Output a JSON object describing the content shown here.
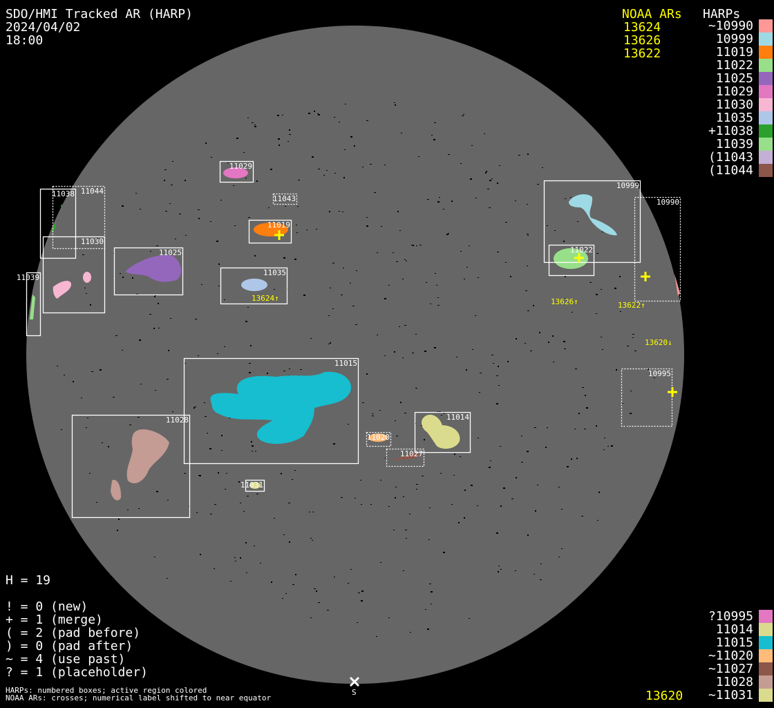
{
  "header": {
    "title": "SDO/HMI Tracked AR (HARP)",
    "date": "2024/04/02",
    "time": "18:00"
  },
  "noaa_legend": {
    "heading": "NOAA ARs",
    "items": [
      "13624",
      "13626",
      "13622"
    ],
    "bottom_item": "13620"
  },
  "harp_legend": {
    "heading": "HARPs",
    "top": [
      {
        "label": "~10990",
        "color": "#ff9896"
      },
      {
        "label": "10999",
        "color": "#9edae5"
      },
      {
        "label": "11019",
        "color": "#ff7f0e"
      },
      {
        "label": "11022",
        "color": "#98df8a"
      },
      {
        "label": "11025",
        "color": "#9467bd"
      },
      {
        "label": "11029",
        "color": "#e377c2"
      },
      {
        "label": "11030",
        "color": "#f7b6d2"
      },
      {
        "label": "11035",
        "color": "#aec7e8"
      },
      {
        "label": "+11038",
        "color": "#2ca02c"
      },
      {
        "label": "11039",
        "color": "#98df8a"
      },
      {
        "label": "(11043",
        "color": "#c5b0d5"
      },
      {
        "label": "(11044",
        "color": "#8c564b"
      }
    ],
    "bottom": [
      {
        "label": "?10995",
        "color": "#e377c2"
      },
      {
        "label": "11014",
        "color": "#dbdb8d"
      },
      {
        "label": "11015",
        "color": "#17becf"
      },
      {
        "label": "~11020",
        "color": "#ffbb78"
      },
      {
        "label": "~11027",
        "color": "#8c564b"
      },
      {
        "label": "11028",
        "color": "#c49c94"
      },
      {
        "label": "~11031",
        "color": "#dbdb8d"
      }
    ]
  },
  "stats": {
    "h_count": "H = 19",
    "lines": [
      "! = 0 (new)",
      "+ = 1 (merge)",
      "( = 2 (pad before)",
      ") = 0 (pad after)",
      "~ = 4 (use past)",
      "? = 1 (placeholder)"
    ]
  },
  "footer": {
    "line1": "HARPs: numbered boxes; active region colored",
    "line2": "NOAA ARs: crosses; numerical label shifted to near equator"
  },
  "south_marker": "S",
  "boxes": [
    {
      "id": "11029",
      "dashed": false
    },
    {
      "id": "11043",
      "dashed": true
    },
    {
      "id": "11038",
      "dashed": false
    },
    {
      "id": "11044",
      "dashed": true
    },
    {
      "id": "11030",
      "dashed": false
    },
    {
      "id": "11039",
      "dashed": false
    },
    {
      "id": "11025",
      "dashed": false
    },
    {
      "id": "11019",
      "dashed": false
    },
    {
      "id": "11035",
      "dashed": false
    },
    {
      "id": "10999",
      "dashed": false
    },
    {
      "id": "10990",
      "dashed": true
    },
    {
      "id": "11022",
      "dashed": false
    },
    {
      "id": "10995",
      "dashed": true
    },
    {
      "id": "11015",
      "dashed": false
    },
    {
      "id": "11028",
      "dashed": false
    },
    {
      "id": "11014",
      "dashed": false
    },
    {
      "id": "11020",
      "dashed": true
    },
    {
      "id": "11027",
      "dashed": true
    },
    {
      "id": "11031",
      "dashed": false
    }
  ],
  "noaa_labels": [
    {
      "label": "13624↑"
    },
    {
      "label": "13626↑"
    },
    {
      "label": "13622↑"
    },
    {
      "label": "13620↓"
    }
  ],
  "colors": {
    "disk": "#666666",
    "background": "#000000",
    "noaa": "#ffff00",
    "box": "#ffffff"
  }
}
